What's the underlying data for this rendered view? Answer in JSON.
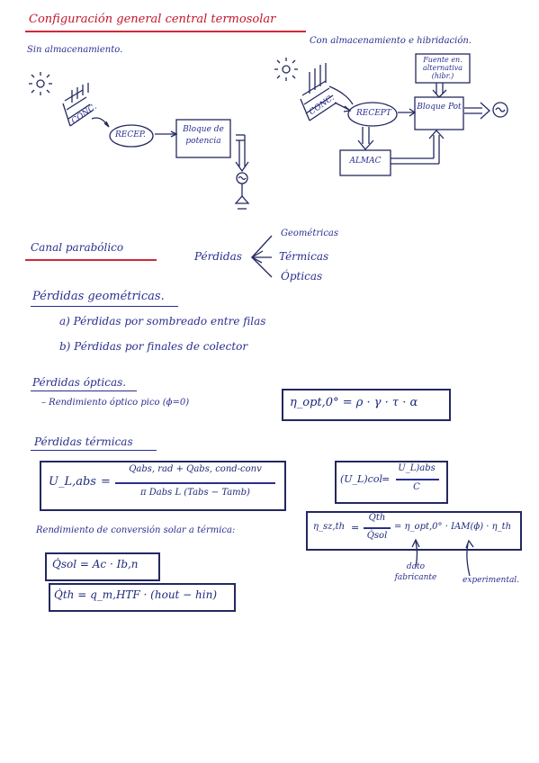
{
  "title": "Configuración general central termosolar",
  "diagram_left": {
    "caption": "Sin almacenamiento.",
    "conc_label": "CONC.",
    "recep_label": "RECEP.",
    "block_label": "Bloque de potencia"
  },
  "diagram_right": {
    "caption": "Con almacenamiento e hibridación.",
    "conc_label": "CONC.",
    "recep_label": "RECEPT",
    "fuel_label": "Fuente en. alternativa (hibr.)",
    "block_label": "Bloque Pot",
    "store_label": "ALMAC"
  },
  "section_cilindro": {
    "heading": "Canal parabólico",
    "losses_label": "Pérdidas",
    "loss_types": [
      "Geométricas",
      "Térmicas",
      "Ópticas"
    ]
  },
  "section_geometric": {
    "heading": "Pérdidas geométricas.",
    "items": [
      "a) Pérdidas por sombreado entre filas",
      "b) Pérdidas por finales de colector"
    ]
  },
  "section_optical": {
    "heading": "Pérdidas ópticas.",
    "bullet": "– Rendimiento óptico pico (ϕ=0)",
    "formula": "η_opt,0° = ρ · γ · τ · α"
  },
  "section_thermal": {
    "heading": "Pérdidas térmicas",
    "ul_lhs": "U_L,abs",
    "ul_num": "Qabs, rad + Qabs, cond-conv",
    "ul_den": "π Dabs L (Tabs − Tamb)",
    "ulcol_lhs": "(U_L)col",
    "ulcol_num": "U_L)abs",
    "ulcol_den": "C",
    "conversion_label": "Rendimiento de conversión solar a térmica:",
    "eff_lhs": "η_sz,th",
    "eff_num": "Q̇th",
    "eff_den": "Q̇sol",
    "eff_rhs": "= η_opt,0° · IAM(ϕ) · η_th",
    "qsol_formula": "Q̇sol = Ac · Ib,n",
    "qth_formula": "Q̇th = q_m,HTF · (hout − hin)",
    "note_left": "dato fabricante",
    "note_right": "experimental."
  }
}
